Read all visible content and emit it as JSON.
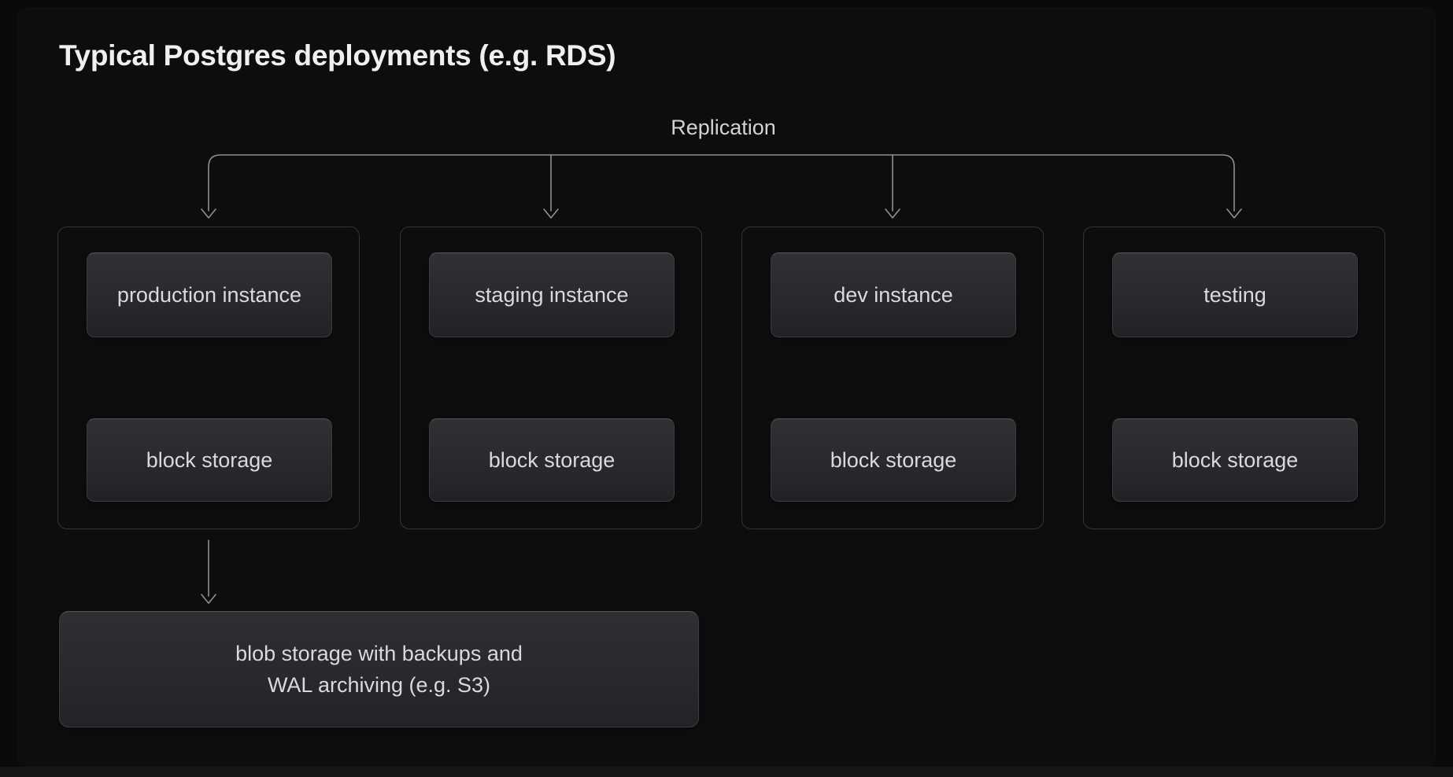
{
  "title": "Typical Postgres deployments (e.g. RDS)",
  "replication_label": "Replication",
  "groups": [
    {
      "instance_label": "production instance",
      "storage_label": "block storage"
    },
    {
      "instance_label": "staging instance",
      "storage_label": "block storage"
    },
    {
      "instance_label": "dev instance",
      "storage_label": "block storage"
    },
    {
      "instance_label": "testing",
      "storage_label": "block storage"
    }
  ],
  "blob_box": {
    "line1": "blob storage with backups and",
    "line2": "WAL archiving (e.g. S3)"
  },
  "colors": {
    "background": "#0a0a0b",
    "canvas": "#0d0d0e",
    "bottom_strip": "#161617",
    "group_border": "#323437",
    "node_fill_top": "#2f3134",
    "node_fill_bottom": "#212225",
    "node_text": "#d9dadb",
    "arrow": "#8e9093",
    "title_text": "#f0f0f1"
  }
}
